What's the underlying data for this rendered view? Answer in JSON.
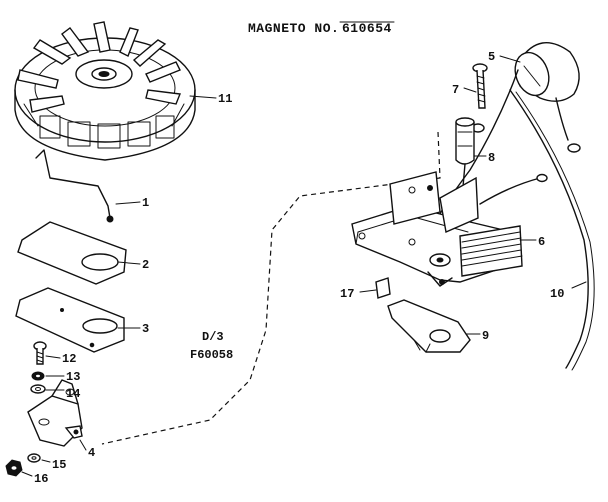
{
  "title": {
    "prefix": "MAGNETO NO.",
    "number": "610654"
  },
  "reference": {
    "line1": "D/3",
    "line2": "F60058"
  },
  "callouts": [
    {
      "id": "flywheel",
      "label": "11"
    },
    {
      "id": "spring-clip",
      "label": "1"
    },
    {
      "id": "gasket-upper",
      "label": "2"
    },
    {
      "id": "gasket-lower",
      "label": "3"
    },
    {
      "id": "screw",
      "label": "12"
    },
    {
      "id": "lockwasher",
      "label": "13"
    },
    {
      "id": "washer",
      "label": "14"
    },
    {
      "id": "breaker-assembly",
      "label": "4"
    },
    {
      "id": "flat-washer",
      "label": "15"
    },
    {
      "id": "nut",
      "label": "16"
    },
    {
      "id": "coil",
      "label": "5"
    },
    {
      "id": "coil-screw",
      "label": "7"
    },
    {
      "id": "condenser",
      "label": "8"
    },
    {
      "id": "armature-core",
      "label": "6"
    },
    {
      "id": "ground-wire",
      "label": "10"
    },
    {
      "id": "felt-wick",
      "label": "17"
    },
    {
      "id": "cover-plate",
      "label": "9"
    }
  ]
}
